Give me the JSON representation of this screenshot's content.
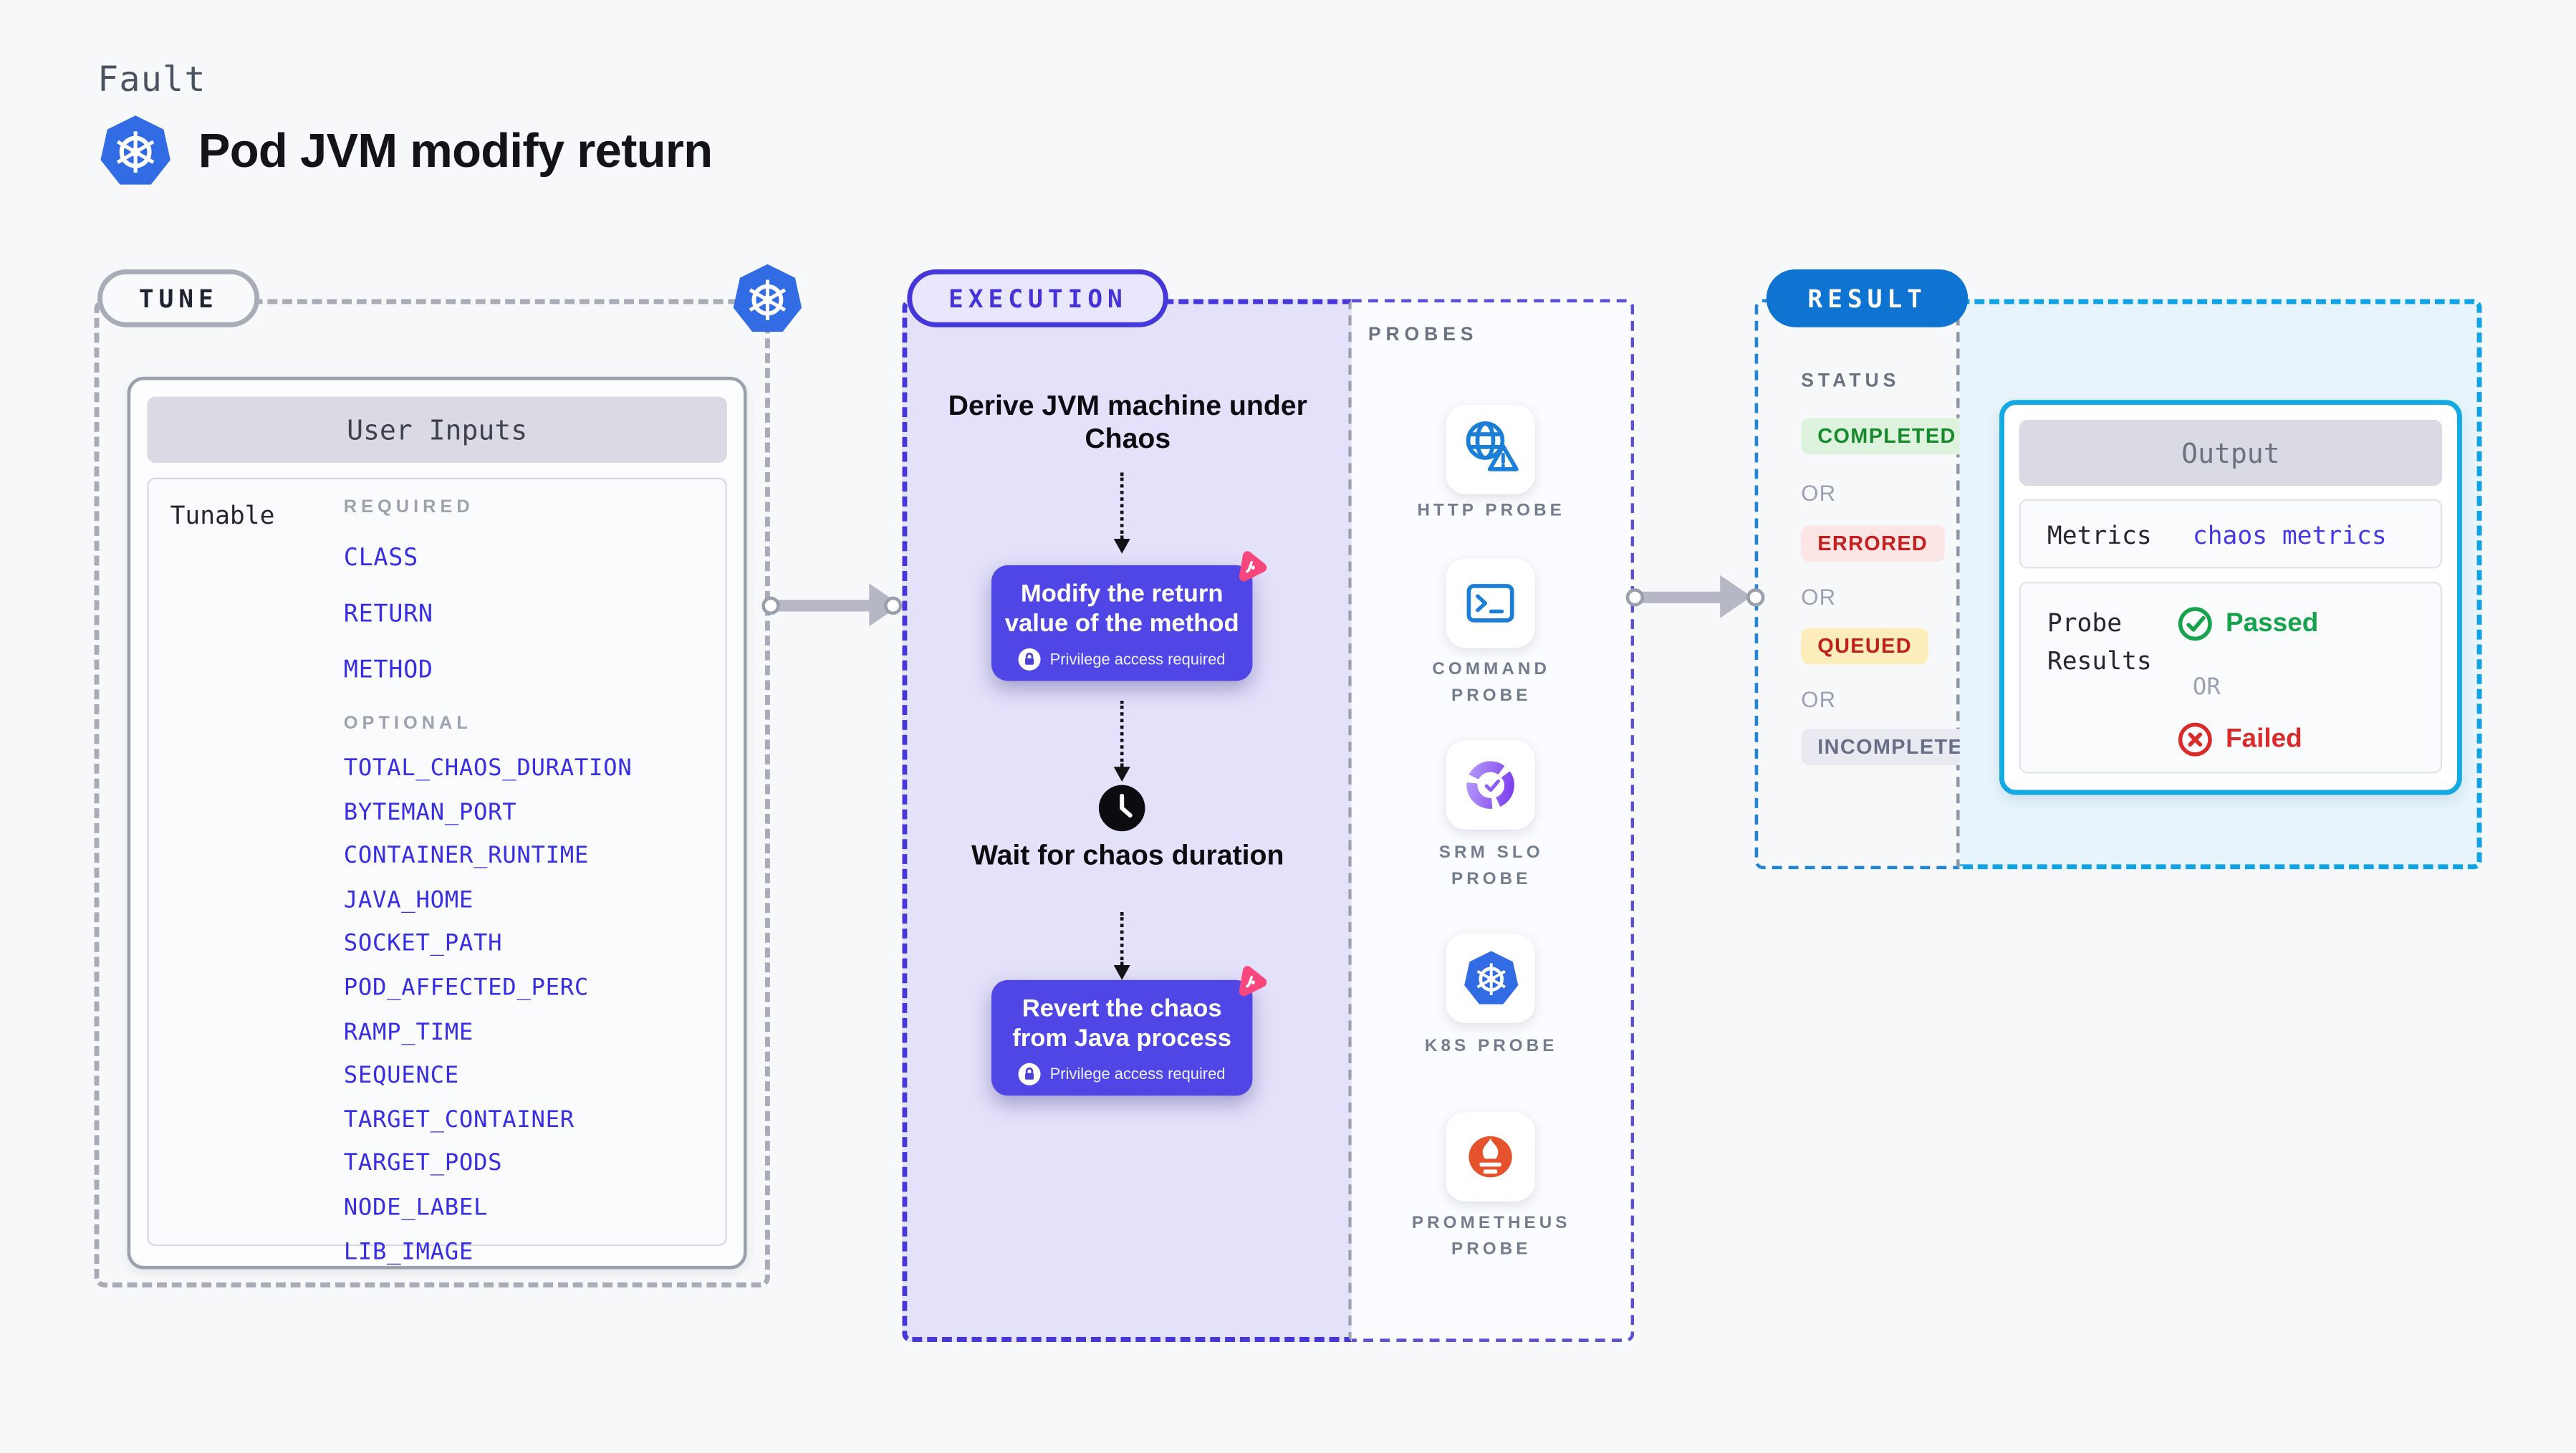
{
  "colors": {
    "page_bg": "#f7f8fa",
    "kubernetes_blue": "#326ce5",
    "indigo_accent": "#4f46e5",
    "indigo_border": "#4537d9",
    "lavender_bg": "#e4e1fa",
    "tunable_link_blue": "#382ee4",
    "pink_chaos_badge": "#f8477d",
    "result_pill_blue": "#0e73d1",
    "result_area_bg": "#e7f4fb",
    "output_border_cyan": "#14a9e2",
    "completed_green": "#188a2e",
    "errored_red": "#c42020",
    "queued_bg_yellow": "#fdedba",
    "incompleted_gray": "#676e85",
    "passed_green": "#17a34b",
    "failed_red": "#da2a2a",
    "probe_icon_blue": "#1b7fd8",
    "prometheus_orange": "#e6522c",
    "srm_slo_purple": "#7c3aed"
  },
  "header": {
    "eyebrow": "Fault",
    "title": "Pod JVM modify return"
  },
  "tune": {
    "badge": "TUNE",
    "card_title": "User Inputs",
    "row_label": "Tunable",
    "required_label": "REQUIRED",
    "required": [
      "CLASS",
      "RETURN",
      "METHOD"
    ],
    "optional_label": "OPTIONAL",
    "optional": [
      "TOTAL_CHAOS_DURATION",
      "BYTEMAN_PORT",
      "CONTAINER_RUNTIME",
      "JAVA_HOME",
      "SOCKET_PATH",
      "POD_AFFECTED_PERC",
      "RAMP_TIME",
      "SEQUENCE",
      "TARGET_CONTAINER",
      "TARGET_PODS",
      "NODE_LABEL",
      "LIB_IMAGE"
    ]
  },
  "execution": {
    "badge": "EXECUTION",
    "derive_step": "Derive JVM machine under Chaos",
    "inject_action": "Modify the return value of the method",
    "privilege_note": "Privilege access required",
    "wait_step": "Wait for chaos duration",
    "revert_action": "Revert the chaos from Java process"
  },
  "probes": {
    "label": "PROBES",
    "items": [
      {
        "label": "HTTP PROBE",
        "icon": "globe-alert-icon"
      },
      {
        "label": "COMMAND PROBE",
        "icon": "terminal-icon"
      },
      {
        "label": "SRM SLO PROBE",
        "icon": "slo-donut-check-icon"
      },
      {
        "label": "K8S PROBE",
        "icon": "kubernetes-icon"
      },
      {
        "label": "PROMETHEUS PROBE",
        "icon": "prometheus-flame-icon"
      }
    ]
  },
  "result": {
    "badge": "RESULT",
    "status_label": "STATUS",
    "or": "OR",
    "statuses": [
      {
        "label": "COMPLETED",
        "kind": "success"
      },
      {
        "label": "ERRORED",
        "kind": "error"
      },
      {
        "label": "QUEUED",
        "kind": "queued"
      },
      {
        "label": "INCOMPLETED",
        "kind": "neutral"
      }
    ],
    "output": {
      "title": "Output",
      "metrics_label": "Metrics",
      "metrics_value": "chaos metrics",
      "probe_results_label": "Probe Results",
      "passed": "Passed",
      "failed": "Failed"
    }
  }
}
